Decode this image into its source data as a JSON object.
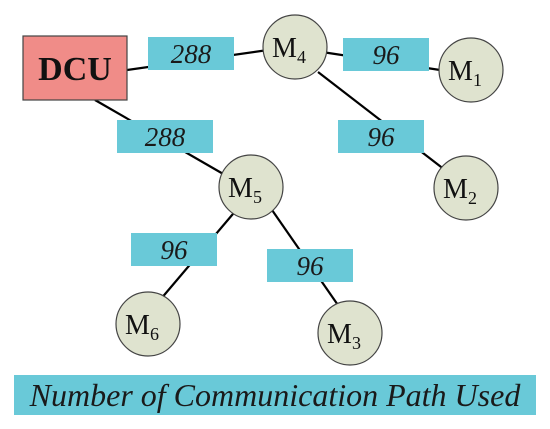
{
  "colors": {
    "dcu_fill": "#f08c88",
    "node_fill": "#dfe3cf",
    "label_fill": "#69c9d8"
  },
  "dcu": {
    "label": "DCU"
  },
  "nodes": [
    {
      "id": "M4",
      "letter": "M",
      "sub": "4"
    },
    {
      "id": "M1",
      "letter": "M",
      "sub": "1"
    },
    {
      "id": "M2",
      "letter": "M",
      "sub": "2"
    },
    {
      "id": "M5",
      "letter": "M",
      "sub": "5"
    },
    {
      "id": "M6",
      "letter": "M",
      "sub": "6"
    },
    {
      "id": "M3",
      "letter": "M",
      "sub": "3"
    }
  ],
  "edges": [
    {
      "from": "DCU",
      "to": "M4",
      "value": "288"
    },
    {
      "from": "M4",
      "to": "M1",
      "value": "96"
    },
    {
      "from": "M4",
      "to": "M2",
      "value": "96"
    },
    {
      "from": "DCU",
      "to": "M5",
      "value": "288"
    },
    {
      "from": "M5",
      "to": "M6",
      "value": "96"
    },
    {
      "from": "M5",
      "to": "M3",
      "value": "96"
    }
  ],
  "caption": "Number of Communication Path Used"
}
